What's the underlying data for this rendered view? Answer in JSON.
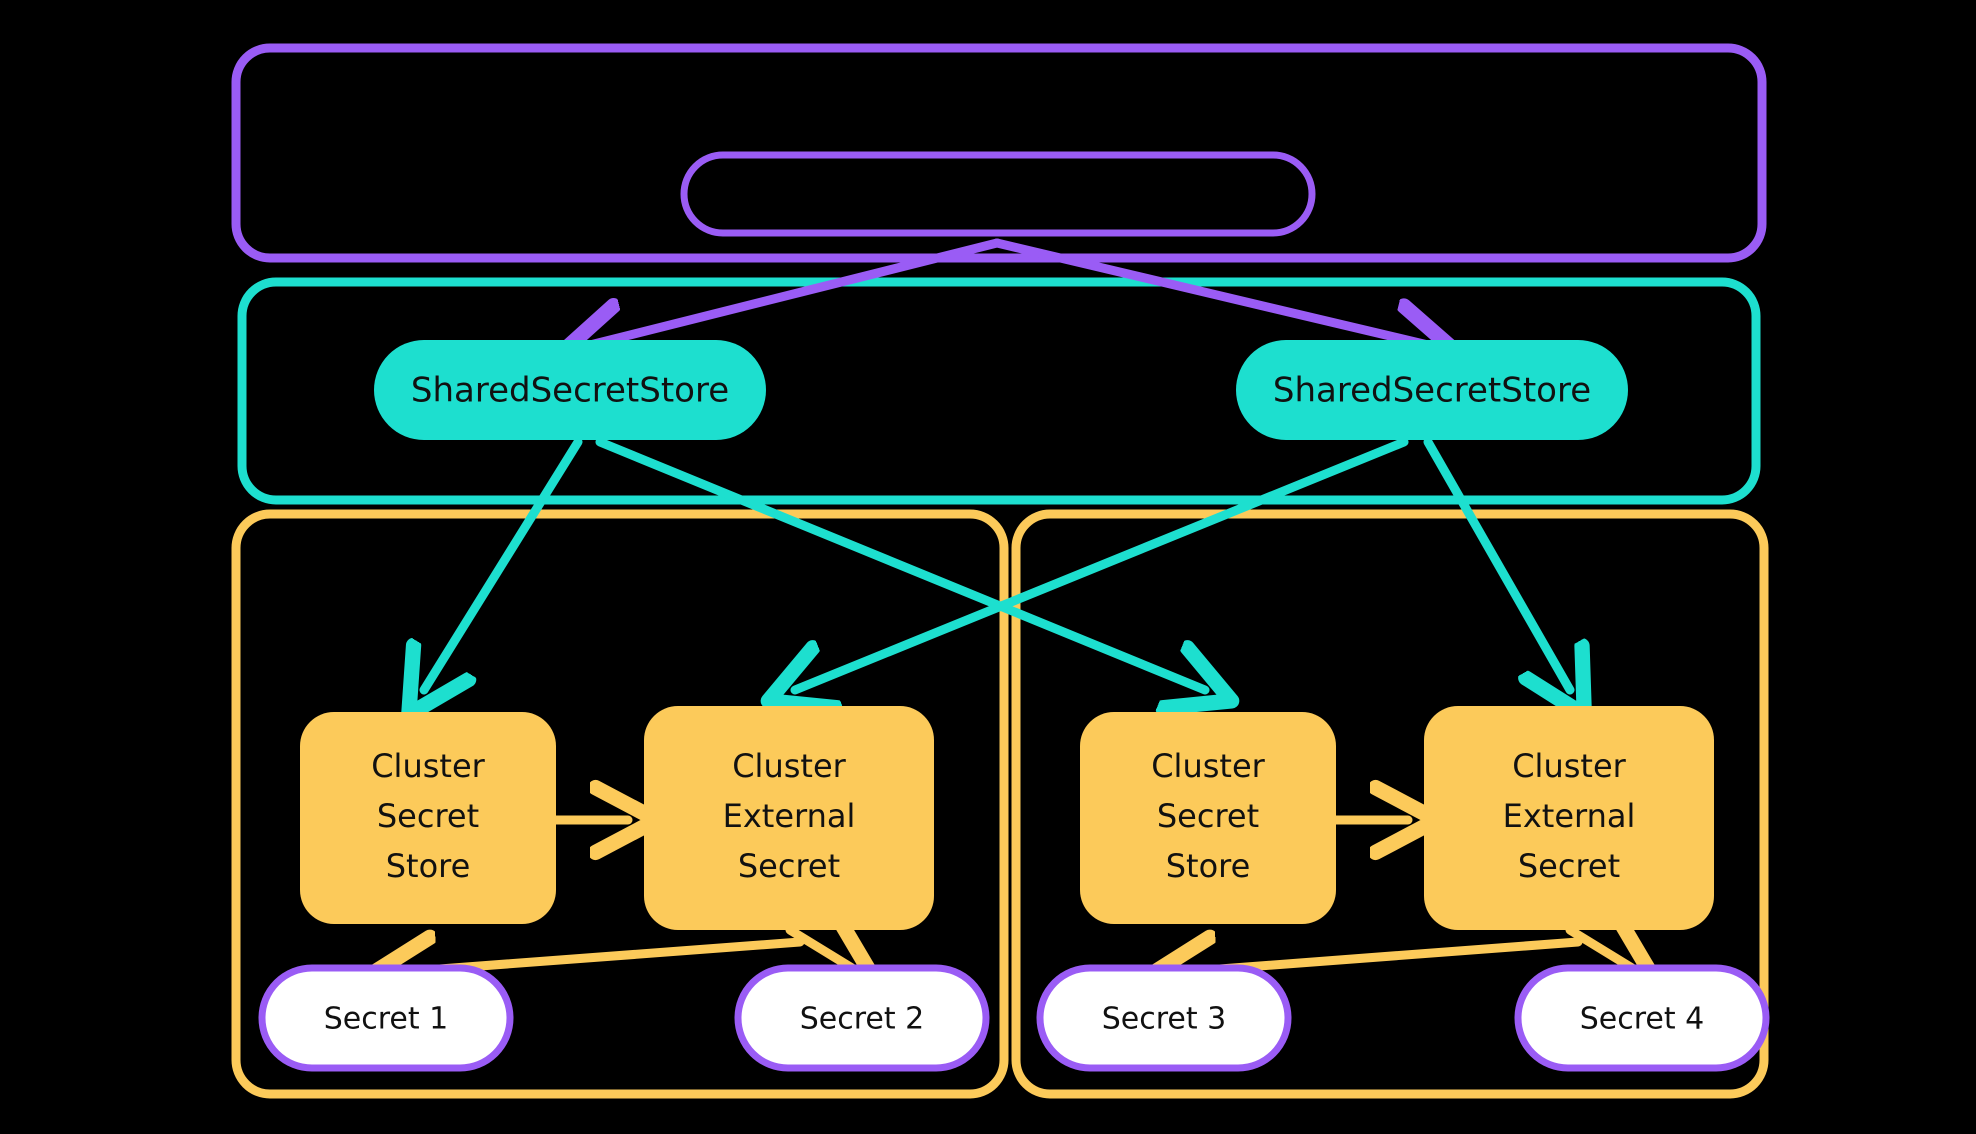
{
  "diagram": {
    "title": "External Secrets Operator shared secret store architecture",
    "background_color": "#000000",
    "colors": {
      "purple": "#9a5cf5",
      "teal": "#1ddfcf",
      "orange": "#fcca5a",
      "white": "#ffffff",
      "text": "#111111"
    },
    "containers": [
      {
        "id": "purple-container",
        "name": "outer-purple-container",
        "label": "",
        "border_color": "#9a5cf5",
        "fill": "none"
      },
      {
        "id": "teal-container",
        "name": "teal-shared-store-container",
        "label": "",
        "border_color": "#1ddfcf",
        "fill": "none"
      },
      {
        "id": "orange-container-left",
        "name": "orange-cluster-container-left",
        "label": "",
        "border_color": "#fcca5a",
        "fill": "none"
      },
      {
        "id": "orange-container-right",
        "name": "orange-cluster-container-right",
        "label": "",
        "border_color": "#fcca5a",
        "fill": "none"
      }
    ],
    "nodes": {
      "controller_pill": {
        "label": "",
        "shape": "pill-outline",
        "border_color": "#9a5cf5"
      },
      "shared_secret_store_left": {
        "label": "SharedSecretStore",
        "shape": "pill",
        "fill": "#1ddfcf"
      },
      "shared_secret_store_right": {
        "label": "SharedSecretStore",
        "shape": "pill",
        "fill": "#1ddfcf"
      },
      "cluster_secret_store_left": {
        "lines": [
          "Cluster",
          "Secret",
          "Store"
        ],
        "shape": "rounded-rect",
        "fill": "#fcca5a"
      },
      "cluster_external_secret_left": {
        "lines": [
          "Cluster",
          "External",
          "Secret"
        ],
        "shape": "rounded-rect",
        "fill": "#fcca5a"
      },
      "cluster_secret_store_right": {
        "lines": [
          "Cluster",
          "Secret",
          "Store"
        ],
        "shape": "rounded-rect",
        "fill": "#fcca5a"
      },
      "cluster_external_secret_right": {
        "lines": [
          "Cluster",
          "External",
          "Secret"
        ],
        "shape": "rounded-rect",
        "fill": "#fcca5a"
      },
      "secret_1": {
        "label": "Secret 1",
        "shape": "pill",
        "fill": "#ffffff",
        "border_color": "#9a5cf5"
      },
      "secret_2": {
        "label": "Secret 2",
        "shape": "pill",
        "fill": "#ffffff",
        "border_color": "#9a5cf5"
      },
      "secret_3": {
        "label": "Secret 3",
        "shape": "pill",
        "fill": "#ffffff",
        "border_color": "#9a5cf5"
      },
      "secret_4": {
        "label": "Secret 4",
        "shape": "pill",
        "fill": "#ffffff",
        "border_color": "#9a5cf5"
      }
    },
    "edges": [
      {
        "id": "e1",
        "from": "controller_pill",
        "to": "shared_secret_store_left",
        "color": "#9a5cf5",
        "label": ""
      },
      {
        "id": "e2",
        "from": "controller_pill",
        "to": "shared_secret_store_right",
        "color": "#9a5cf5",
        "label": ""
      },
      {
        "id": "e3",
        "from": "shared_secret_store_left",
        "to": "cluster_secret_store_left",
        "color": "#1ddfcf",
        "label": ""
      },
      {
        "id": "e4",
        "from": "shared_secret_store_left",
        "to": "cluster_secret_store_right",
        "color": "#1ddfcf",
        "label": ""
      },
      {
        "id": "e5",
        "from": "shared_secret_store_right",
        "to": "cluster_external_secret_left",
        "color": "#1ddfcf",
        "label": ""
      },
      {
        "id": "e6",
        "from": "shared_secret_store_right",
        "to": "cluster_external_secret_right",
        "color": "#1ddfcf",
        "label": ""
      },
      {
        "id": "e7",
        "from": "cluster_secret_store_left",
        "to": "cluster_external_secret_left",
        "color": "#fcca5a",
        "label": ""
      },
      {
        "id": "e8",
        "from": "cluster_secret_store_right",
        "to": "cluster_external_secret_right",
        "color": "#fcca5a",
        "label": ""
      },
      {
        "id": "e9",
        "from": "cluster_external_secret_left",
        "to": "secret_1",
        "color": "#fcca5a",
        "label": ""
      },
      {
        "id": "e10",
        "from": "cluster_external_secret_left",
        "to": "secret_2",
        "color": "#fcca5a",
        "label": ""
      },
      {
        "id": "e11",
        "from": "cluster_external_secret_right",
        "to": "secret_3",
        "color": "#fcca5a",
        "label": ""
      },
      {
        "id": "e12",
        "from": "cluster_external_secret_right",
        "to": "secret_4",
        "color": "#fcca5a",
        "label": ""
      }
    ]
  }
}
